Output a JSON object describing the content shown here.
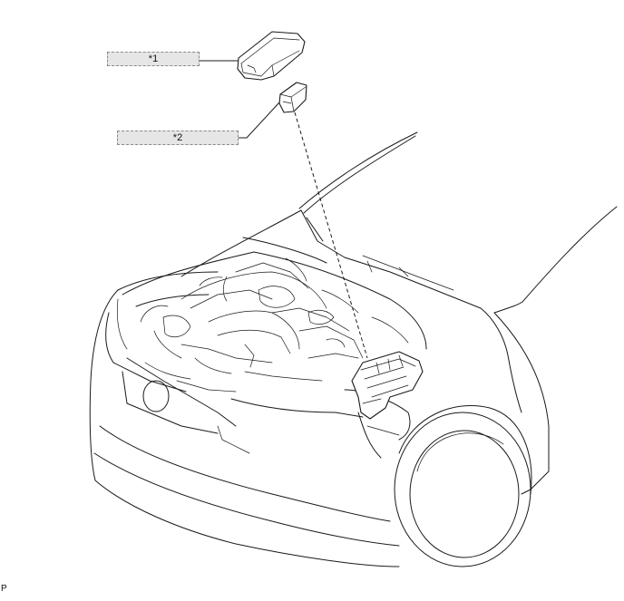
{
  "callouts": [
    {
      "label": "*1"
    },
    {
      "label": "*2"
    }
  ],
  "corner_code": "P"
}
